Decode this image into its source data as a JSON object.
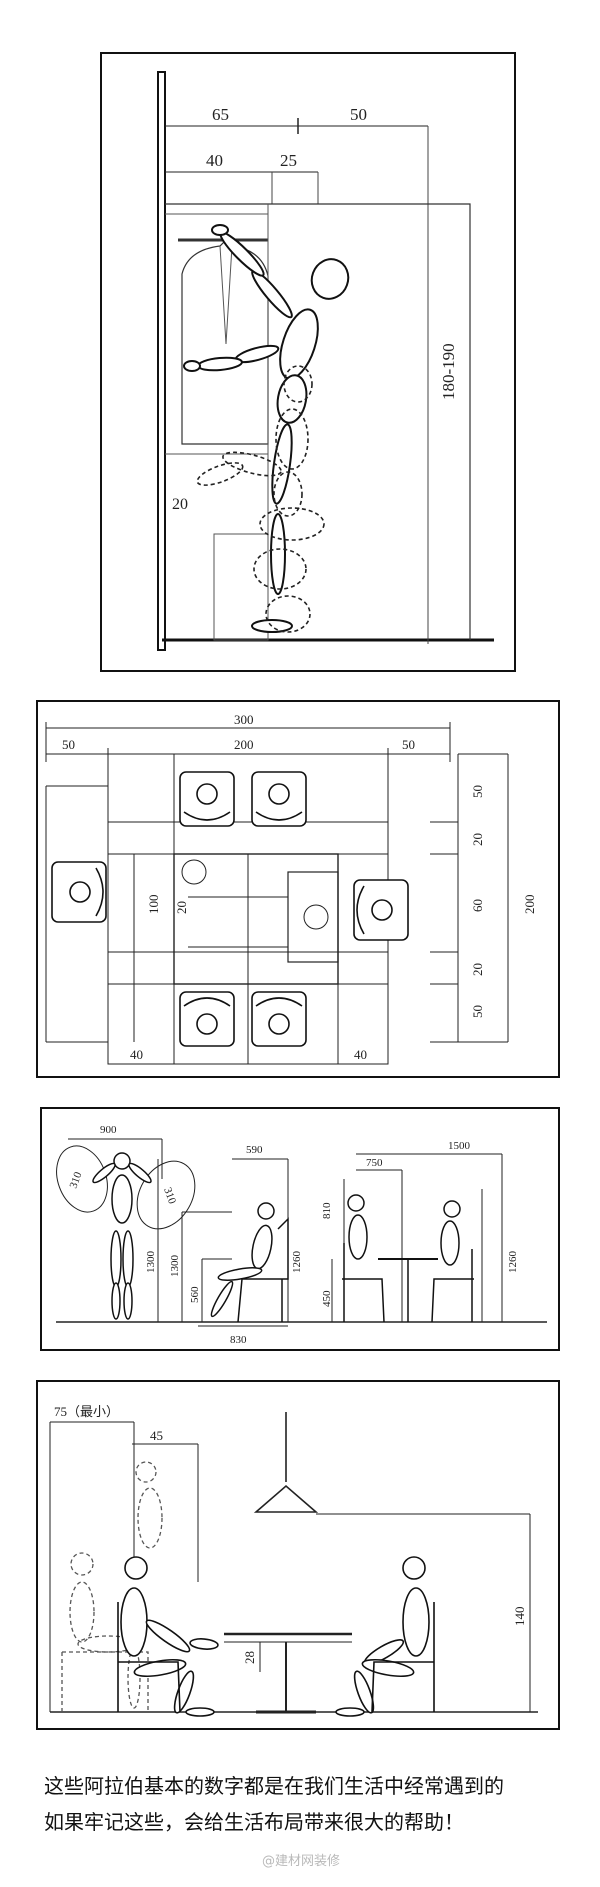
{
  "panel1": {
    "dims": {
      "top_left": "65",
      "top_right": "50",
      "sub_left": "40",
      "sub_mid": "25",
      "height": "180-190",
      "low": "20"
    }
  },
  "panel2": {
    "dims": {
      "total_w": "300",
      "left_w": "50",
      "mid_w": "200",
      "right_w": "50",
      "r1": "50",
      "r2": "20",
      "r3": "60",
      "r4": "20",
      "r5": "50",
      "total_h": "200",
      "left_h": "100",
      "inner": "20",
      "bot_left": "40",
      "bot_right": "40"
    }
  },
  "panel3": {
    "dims": {
      "reach_w": "900",
      "arc_l": "310",
      "arc_r": "310",
      "stand_h": "1300",
      "seat_w": "590",
      "seat_h1": "1300",
      "seat_h2": "560",
      "seat_back": "1260",
      "seat_base": "830",
      "table_w": "1500",
      "table_inner": "750",
      "t_h1": "810",
      "t_h2": "450",
      "t_back": "1260"
    }
  },
  "panel4": {
    "dims": {
      "min_gap": "75（最小）",
      "depth": "45",
      "chair_h": "28",
      "lamp_h": "140"
    }
  },
  "caption": {
    "line1": "这些阿拉伯基本的数字都是在我们生活中经常遇到的",
    "line2": "如果牢记这些，会给生活布局带来很大的帮助！"
  },
  "watermark": "@建材网装修"
}
